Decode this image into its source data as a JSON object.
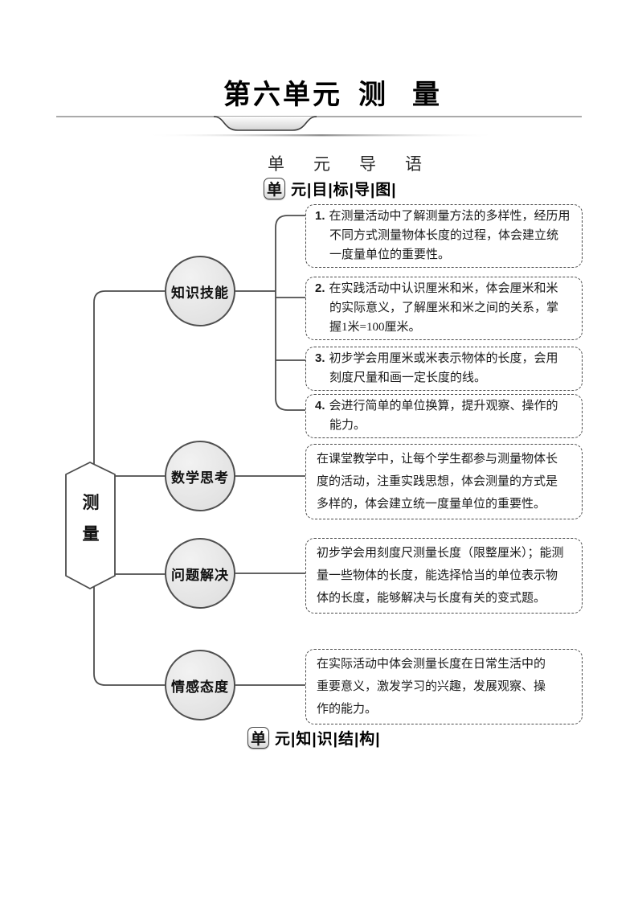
{
  "title": {
    "part1": "第六单元",
    "part2": "测",
    "part3": "量"
  },
  "headings": {
    "intro": "单元导语",
    "top_badge": "单",
    "top_label": "元|目|标|导|图|",
    "bottom_badge": "单",
    "bottom_label": "元|知|识|结|构|"
  },
  "mindmap": {
    "root": {
      "char1": "测",
      "char2": "量"
    },
    "branches": [
      {
        "label": "知识技能"
      },
      {
        "label": "数学思考"
      },
      {
        "label": "问题解决"
      },
      {
        "label": "情感态度"
      }
    ],
    "objectives": [
      {
        "num": "1.",
        "text": "在测量活动中了解测量方法的多样性，经历用\n不同方式测量物体长度的过程，体会建立统\n一度量单位的重要性。"
      },
      {
        "num": "2.",
        "text": "在实践活动中认识厘米和米，体会厘米和米\n的实际意义，了解厘米和米之间的关系，掌\n握1米=100厘米。"
      },
      {
        "num": "3.",
        "text": "初步学会用厘米或米表示物体的长度，会用\n刻度尺量和画一定长度的线。"
      },
      {
        "num": "4.",
        "text": "会进行简单的单位换算，提升观察、操作的\n能力。"
      }
    ],
    "descriptions": {
      "math": "在课堂教学中，让每个学生都参与测量物体长\n度的活动，注重实践思想，体会测量的方式是\n多样的，体会建立统一度量单位的重要性。",
      "problem": "初步学会用刻度尺测量长度（限整厘米）；能测\n量一些物体的长度，能选择恰当的单位表示物\n体的长度，能够解决与长度有关的变式题。",
      "emotion": "在实际活动中体会测量长度在日常生活中的\n重要意义，激发学习的兴趣，发展观察、操\n作的能力。"
    }
  },
  "colors": {
    "connector": "#4d4d4d",
    "node_fill": "#e8e8e8",
    "divider_line": "#9e9e9e"
  }
}
